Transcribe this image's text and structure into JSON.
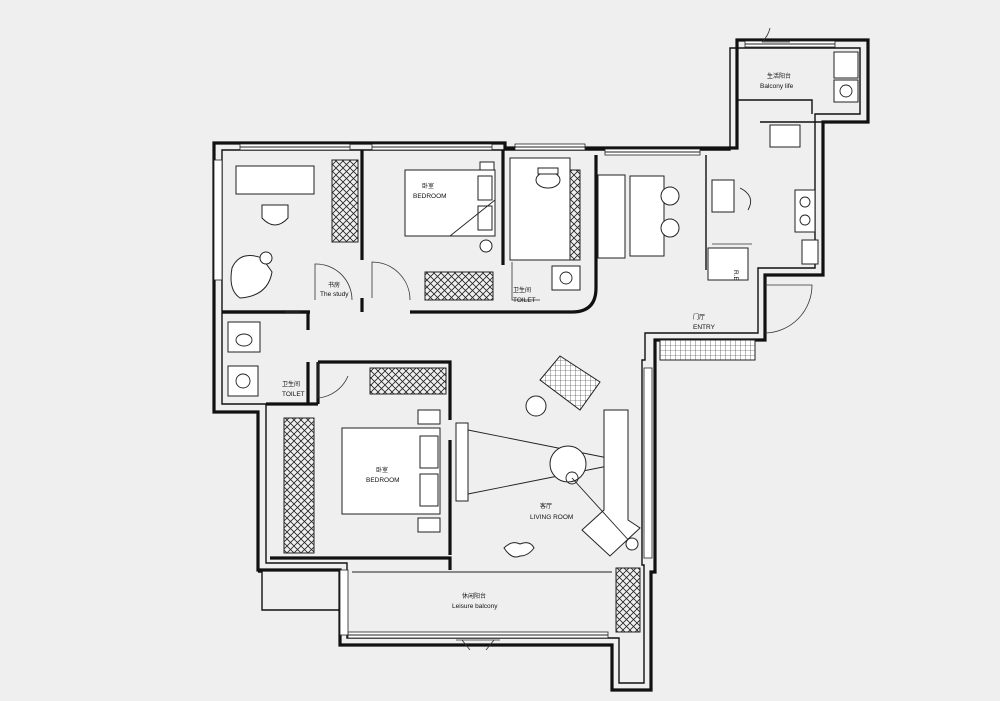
{
  "rooms": {
    "study": {
      "cn": "书房",
      "en": "The study"
    },
    "bedroom_top": {
      "cn": "卧室",
      "en": "BEDROOM"
    },
    "toilet_top": {
      "cn": "卫生间",
      "en": "TOILET"
    },
    "balcony_life": {
      "cn": "生活阳台",
      "en": "Balcony life"
    },
    "entry": {
      "cn": "门厅",
      "en": "ENTRY"
    },
    "toilet_left": {
      "cn": "卫生间",
      "en": "TOILET"
    },
    "bedroom_bot": {
      "cn": "卧室",
      "en": "BEDROOM"
    },
    "living": {
      "cn": "客厅",
      "en": "LIVING ROOM"
    },
    "leisure": {
      "cn": "休闲阳台",
      "en": "Leisure balcony"
    }
  },
  "fixtures": {
    "fridge_label": "R.E"
  },
  "style": {
    "background": "#efefef",
    "line": "#111111"
  }
}
